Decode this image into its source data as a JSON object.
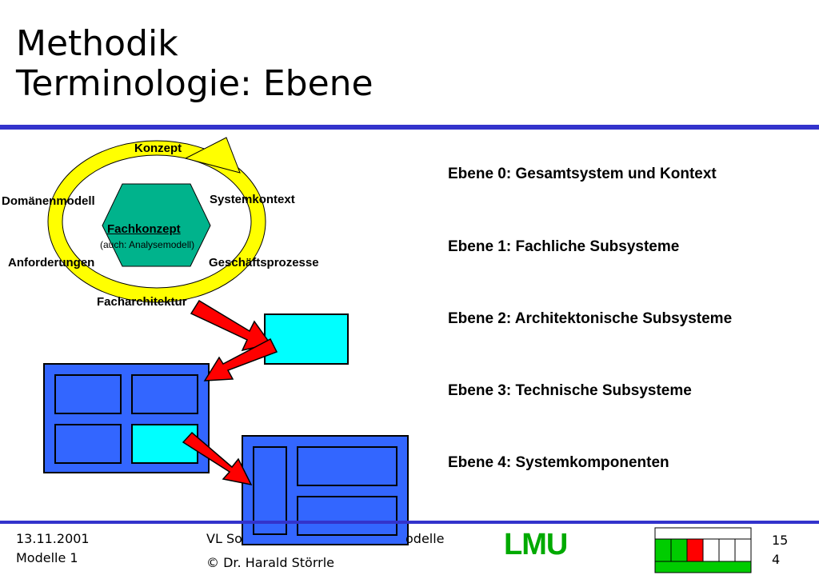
{
  "title": {
    "line1": "Methodik",
    "line2": "Terminologie: Ebene"
  },
  "cycle": {
    "konzept": "Konzept",
    "domaenenmodell": "Domänenmodell",
    "systemkontext": "Systemkontext",
    "fachkonzept": "Fachkonzept",
    "fachkonzept_sub": "(auch: Analysemodell)",
    "anforderungen": "Anforderungen",
    "geschaeftsprozesse": "Geschäftsprozesse",
    "facharchitektur": "Facharchitektur"
  },
  "levels": [
    "Ebene 0: Gesamtsystem und Kontext",
    "Ebene 1: Fachliche Subsysteme",
    "Ebene 2: Architektonische Subsysteme",
    "Ebene 3: Technische Subsysteme",
    "Ebene 4: Systemkomponenten"
  ],
  "footer": {
    "date": "13.11.2001",
    "module": "Modelle 1",
    "course_left": "VL So",
    "course_right": "odelle",
    "author": "© Dr. Harald Störrle",
    "logo": "LMU",
    "page_a": "15",
    "page_b": "4"
  },
  "colors": {
    "rule": "#3333cc",
    "hexagon": "#00b38c",
    "cycle_arrow": "#ffff00",
    "box_blue": "#3366ff",
    "box_cyan": "#00ffff",
    "arrow_red": "#ff0000",
    "nav_green": "#00cc00",
    "nav_red": "#ff0000"
  }
}
